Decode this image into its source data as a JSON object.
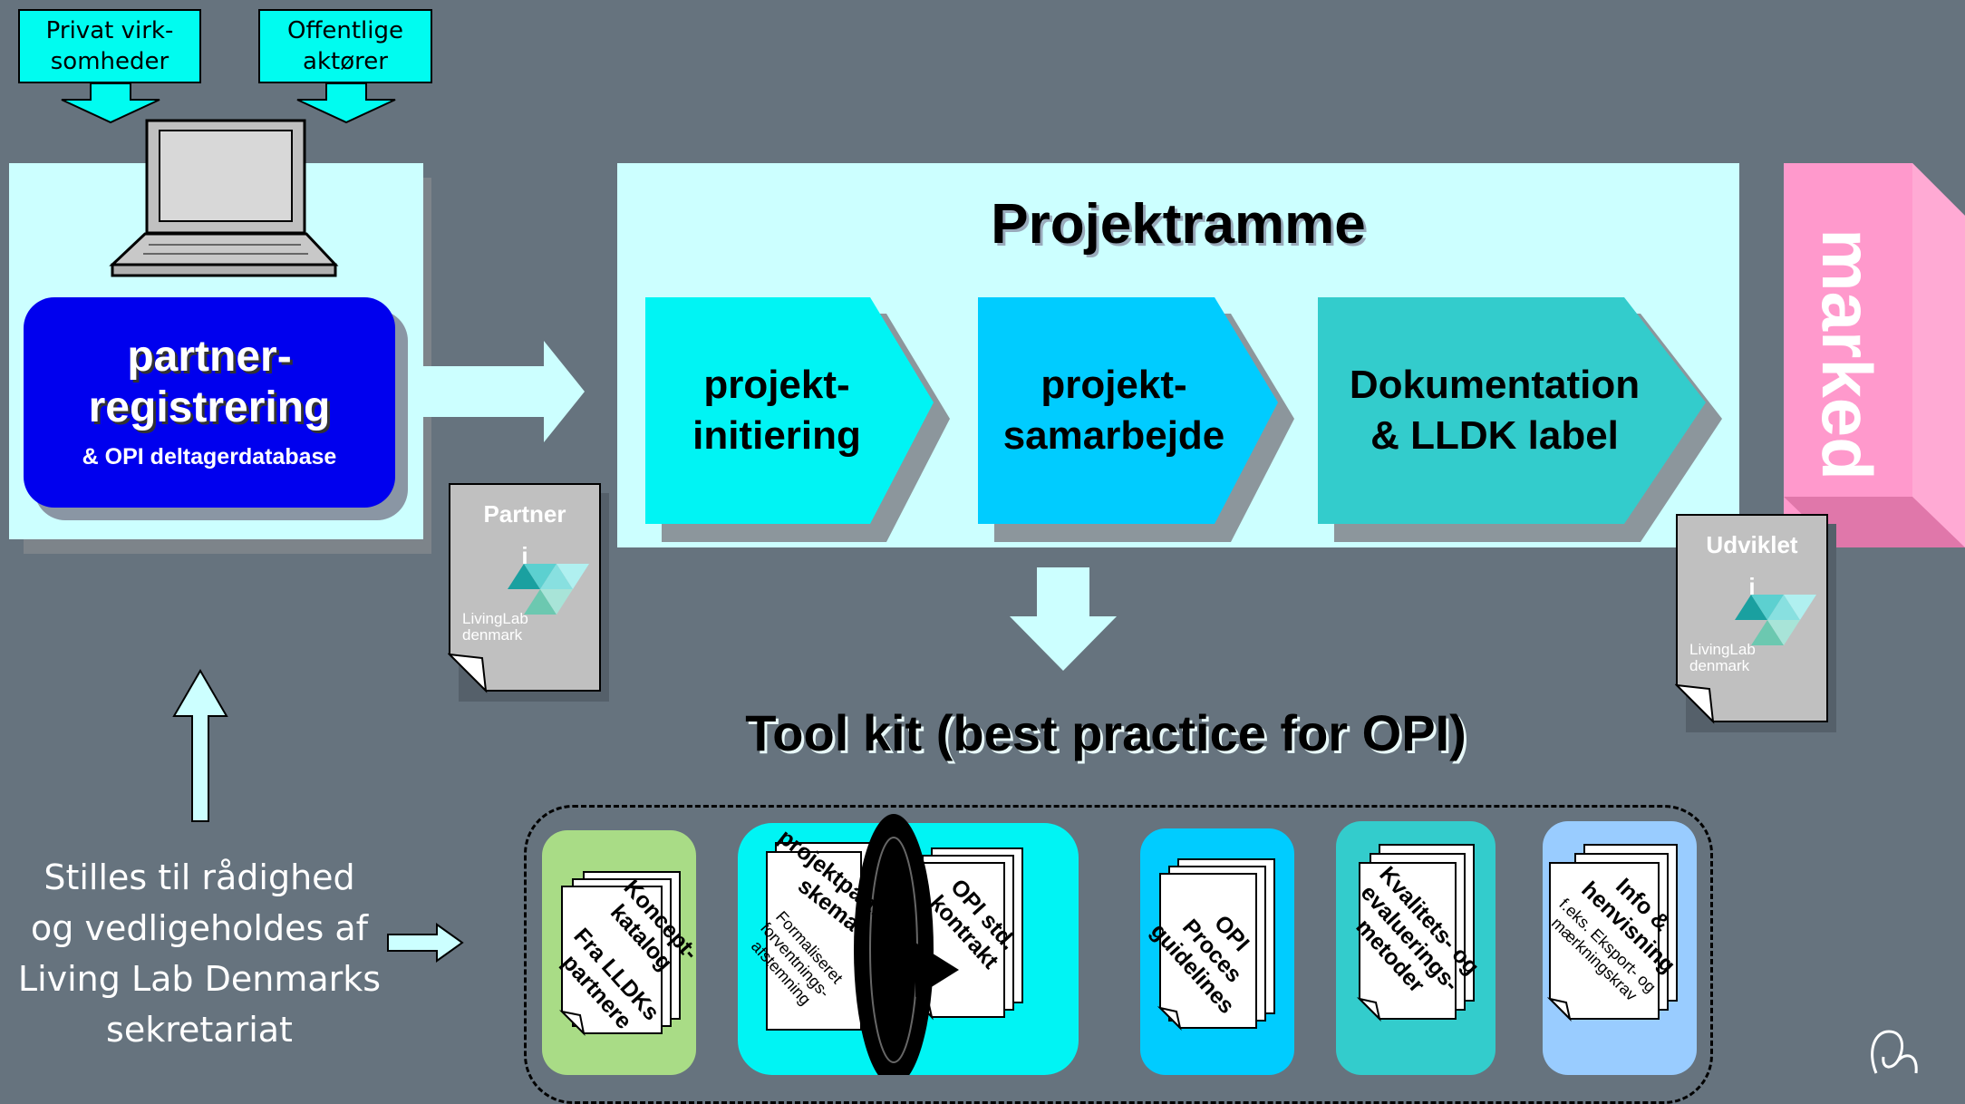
{
  "top_sources": {
    "private": "Privat virk-\nsomheder",
    "public": "Offentlige\naktører"
  },
  "partner_registration": {
    "title_line1": "partner-",
    "title_line2": "registrering",
    "subtitle": "& OPI deltagerdatabase"
  },
  "partner_doc": {
    "title": "Partner",
    "line2": "i",
    "logo_line1": "LivingLab",
    "logo_line2": "denmark"
  },
  "project_frame": {
    "title": "Projektramme",
    "steps": [
      "projekt-\ninitiering",
      "projekt-\nsamarbejde",
      "Dokumentation\n& LLDK label"
    ]
  },
  "market": "marked",
  "developed_doc": {
    "title": "Udviklet",
    "line2": "i",
    "logo_line1": "LivingLab",
    "logo_line2": "denmark"
  },
  "toolkit": {
    "title": "Tool kit (best practice for OPI)",
    "items": {
      "koncept": "Koncept-\nkatalog",
      "fra_lldk": "Fra LLDKs\npartnere",
      "projektpartner": "projektpartner-\nskema",
      "formaliseret": "Formaliseret\nforventnings-\nafstemning",
      "opi_kontrakt": "OPI std.\nkontrakt",
      "opi_proces": "OPI\nProces\nguidelines",
      "kvalitet": "Kvalitets- og\nevaluerings-\nmetoder",
      "info": "Info &\nhenvisning",
      "eks": "f.eks. Eksport- og\nmærkningskrav"
    }
  },
  "secretariat_note": "Stilles til rådighed\nog vedligeholdes af\nLiving Lab Denmarks\nsekretariat",
  "colors": {
    "background": "#66737e",
    "panel": "#ccffff",
    "partner_box": "#0000ee",
    "step1": "#00f4f4",
    "step2": "#00ccff",
    "step3": "#33cccc",
    "market": "#ff99cc"
  }
}
